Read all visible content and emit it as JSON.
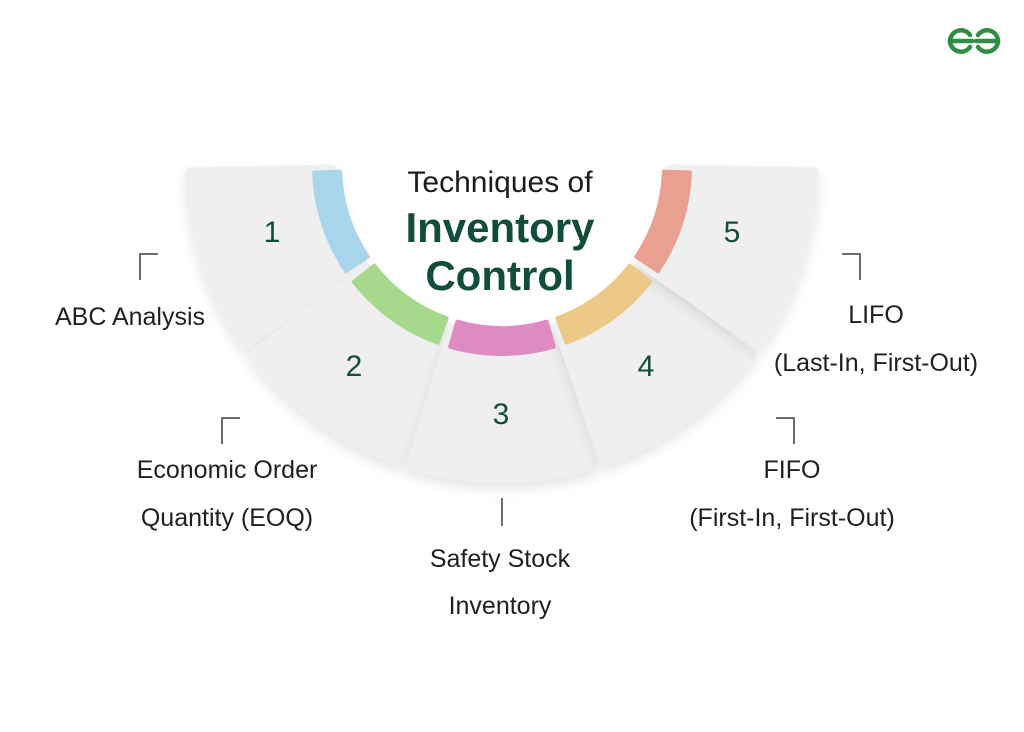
{
  "title": {
    "line1": "Techniques of",
    "line2": "Inventory",
    "line3": "Control"
  },
  "items": [
    {
      "number": "1",
      "label_lines": [
        "ABC Analysis"
      ],
      "color": "#a9d5ec"
    },
    {
      "number": "2",
      "label_lines": [
        "Economic Order",
        "Quantity (EOQ)"
      ],
      "color": "#a6d98b"
    },
    {
      "number": "3",
      "label_lines": [
        "Safety Stock",
        "Inventory"
      ],
      "color": "#df8ac0"
    },
    {
      "number": "4",
      "label_lines": [
        "FIFO",
        "(First-In, First-Out)"
      ],
      "color": "#ecc987"
    },
    {
      "number": "5",
      "label_lines": [
        "LIFO",
        "(Last-In, First-Out)"
      ],
      "color": "#e9a090"
    }
  ],
  "colors": {
    "brand": "#2f8d46",
    "title_dark": "#114d3d",
    "card": "#efefef"
  },
  "logo": {
    "icon": "gfg-logo-icon"
  }
}
